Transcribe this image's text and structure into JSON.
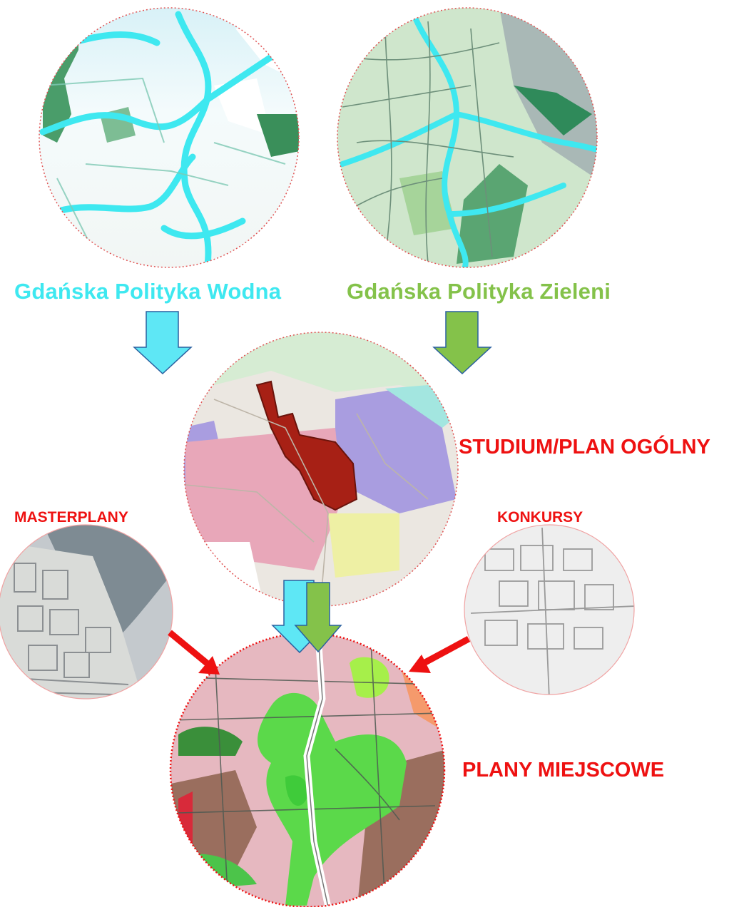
{
  "labels": {
    "water_policy": "Gdańska Polityka Wodna",
    "green_policy": "Gdańska Polityka Zieleni",
    "study": "STUDIUM/PLAN OGÓLNY",
    "masterplans": "MASTERPLANY",
    "competitions": "KONKURSY",
    "local_plans": "PLANY MIEJSCOWE"
  },
  "colors": {
    "water": "#3ee8f0",
    "green": "#84c24a",
    "red": "#ee1111",
    "dotted_border": "#e05555"
  }
}
